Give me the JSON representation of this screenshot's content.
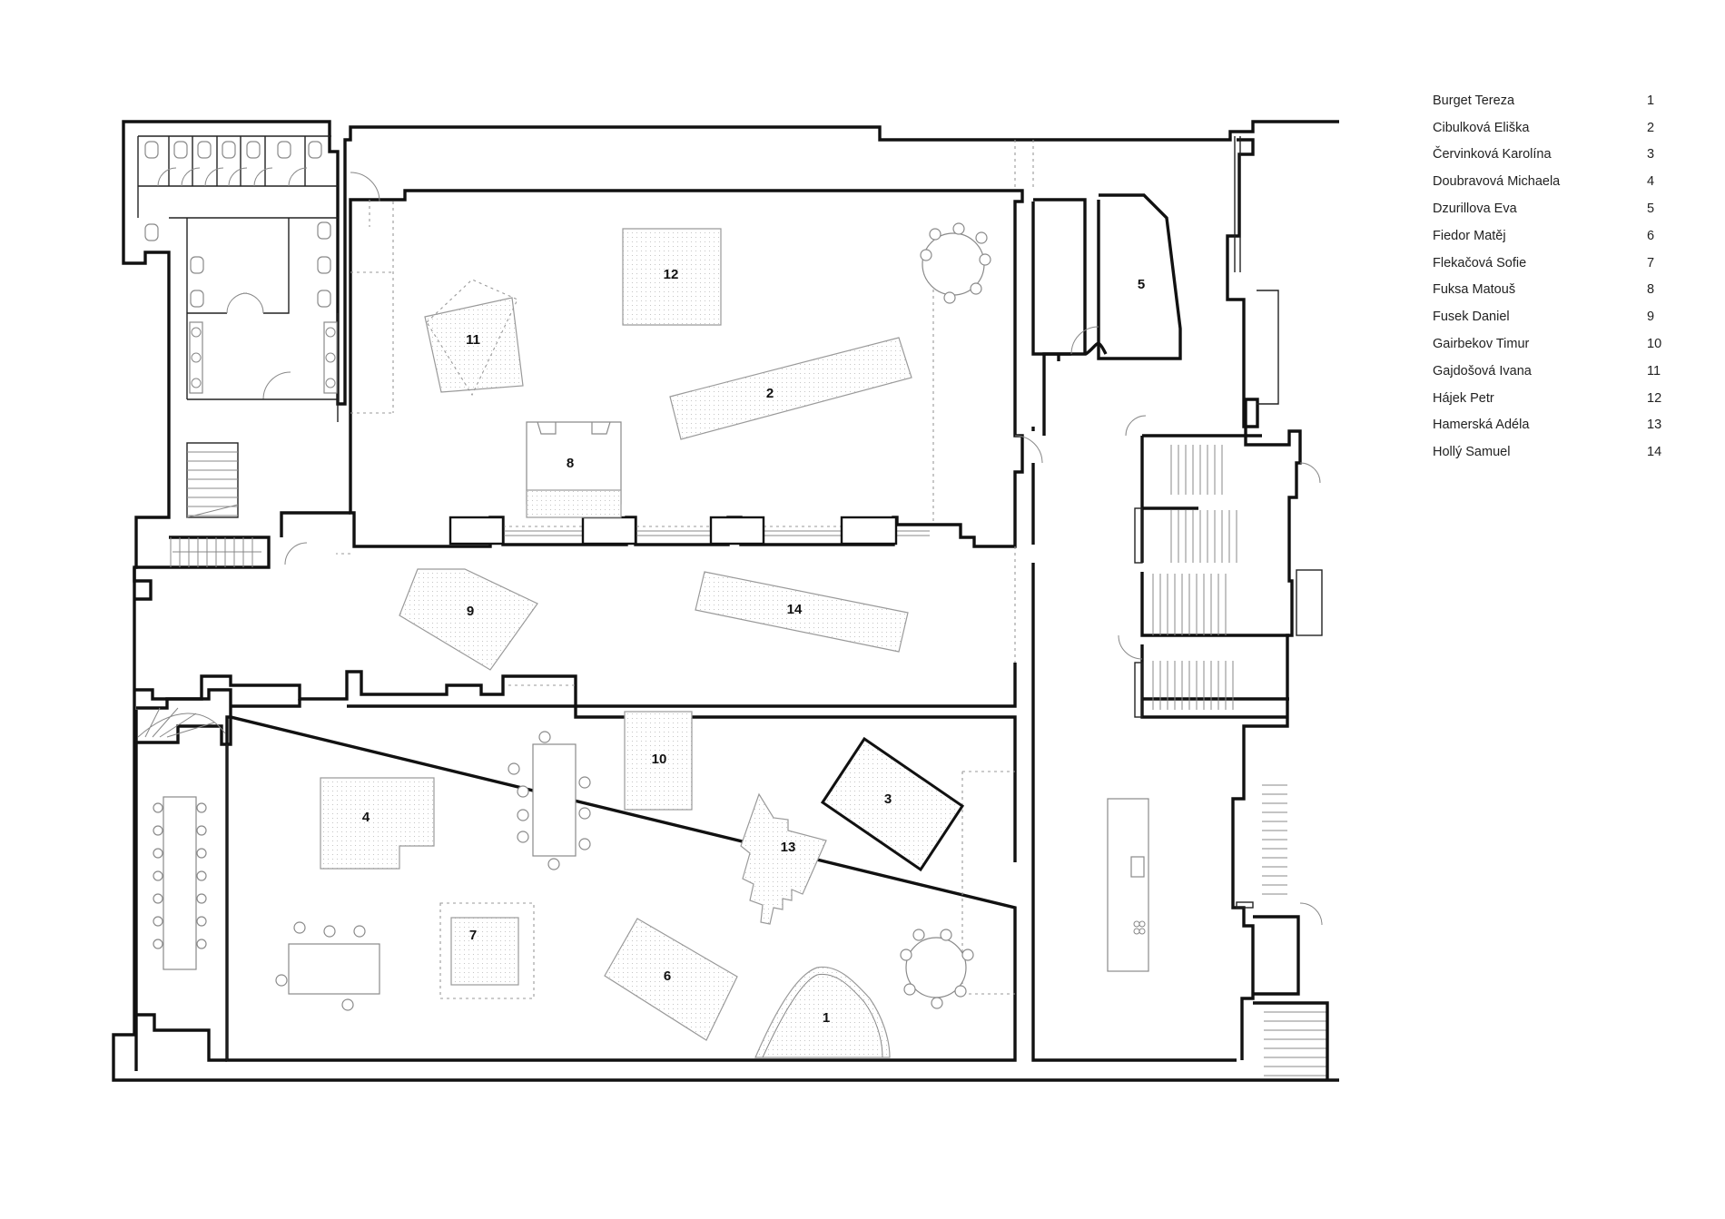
{
  "legend": [
    {
      "name": "Burget Tereza",
      "num": "1"
    },
    {
      "name": "Cibulková Eliška",
      "num": "2"
    },
    {
      "name": "Červinková Karolína",
      "num": "3"
    },
    {
      "name": "Doubravová Michaela",
      "num": "4"
    },
    {
      "name": "Dzurillova Eva",
      "num": "5"
    },
    {
      "name": "Fiedor Matěj",
      "num": "6"
    },
    {
      "name": "Flekačová Sofie",
      "num": "7"
    },
    {
      "name": "Fuksa Matouš",
      "num": "8"
    },
    {
      "name": "Fusek Daniel",
      "num": "9"
    },
    {
      "name": "Gairbekov Timur",
      "num": "10"
    },
    {
      "name": "Gajdošová Ivana",
      "num": "11"
    },
    {
      "name": "Hájek Petr",
      "num": "12"
    },
    {
      "name": "Hamerská Adéla",
      "num": "13"
    },
    {
      "name": "Hollý Samuel",
      "num": "14"
    }
  ],
  "plan_labels": [
    "1",
    "2",
    "3",
    "4",
    "5",
    "6",
    "7",
    "8",
    "9",
    "10",
    "11",
    "12",
    "13",
    "14"
  ]
}
